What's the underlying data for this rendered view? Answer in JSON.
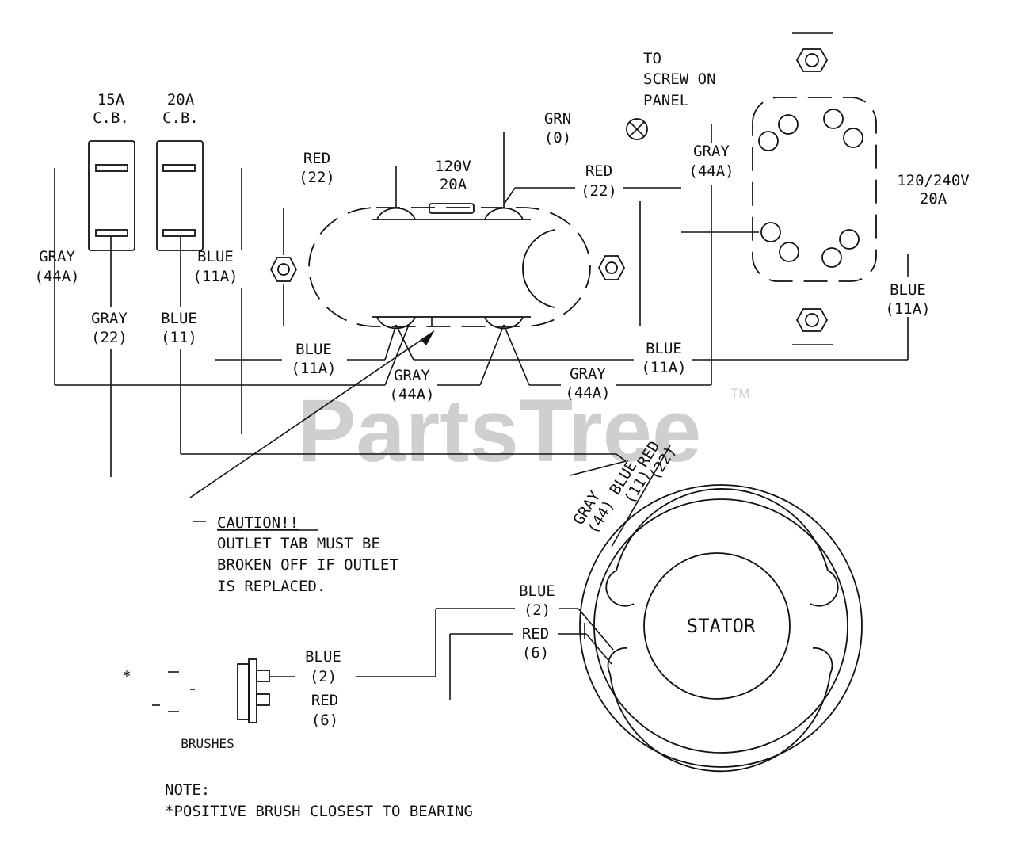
{
  "watermark": {
    "text": "PartsTree",
    "tm": "TM"
  },
  "breakers": [
    {
      "amps": "15A",
      "type": "C.B."
    },
    {
      "amps": "20A",
      "type": "C.B."
    }
  ],
  "labels": {
    "red22_top": [
      "RED",
      "(22)"
    ],
    "outlet_120": [
      "120V",
      "20A"
    ],
    "grn": [
      "GRN",
      "(0)"
    ],
    "screw_note": [
      "TO",
      "SCREW ON",
      "PANEL"
    ],
    "red22_right": [
      "RED",
      "(22)"
    ],
    "gray44a_top": [
      "GRAY",
      "(44A)"
    ],
    "outlet_240": [
      "120/240V",
      "20A"
    ],
    "gray44a_left": [
      "GRAY",
      "(44A)"
    ],
    "blue11a_left": [
      "BLUE",
      "(11A)"
    ],
    "gray22": [
      "GRAY",
      "(22)"
    ],
    "blue11": [
      "BLUE",
      "(11)"
    ],
    "blue11a_mid": [
      "BLUE",
      "(11A)"
    ],
    "gray44a_mid": [
      "GRAY",
      "(44A)"
    ],
    "gray44a_mid2": [
      "GRAY",
      "(44A)"
    ],
    "blue11a_right": [
      "BLUE",
      "(11A)"
    ],
    "blue11a_far": [
      "BLUE",
      "(11A)"
    ],
    "stator_red": [
      "RED",
      "(22)"
    ],
    "stator_blue": [
      "BLUE",
      "(11)"
    ],
    "stator_gray": [
      "GRAY",
      "(44)"
    ],
    "blue2_stator": [
      "BLUE",
      "(2)"
    ],
    "red6_stator": [
      "RED",
      "(6)"
    ],
    "blue2_brush": [
      "BLUE",
      "(2)"
    ],
    "red6_brush": [
      "RED",
      "(6)"
    ],
    "stator": "STATOR",
    "brushes": "BRUSHES",
    "asterisk": "*"
  },
  "caution": {
    "title": "CAUTION!!",
    "lines": [
      "OUTLET TAB MUST BE",
      "BROKEN OFF IF OUTLET",
      "IS REPLACED."
    ]
  },
  "note": {
    "title": "NOTE:",
    "text": "*POSITIVE BRUSH CLOSEST TO BEARING"
  }
}
